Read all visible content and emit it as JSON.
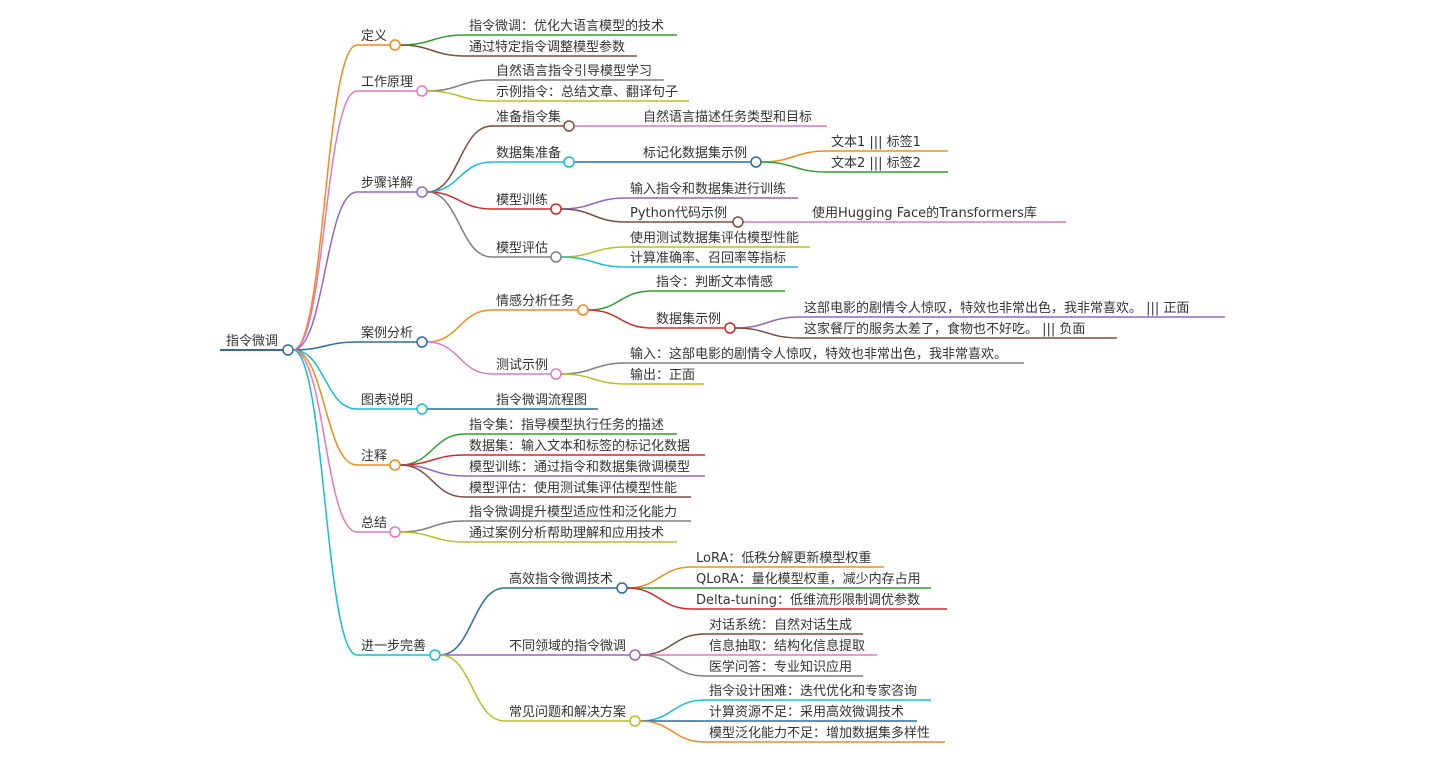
{
  "root": {
    "label": "指令微调",
    "color": "#2c6da3"
  },
  "branches": [
    {
      "id": "def",
      "label": "定义",
      "color": "#f28a1c",
      "children": [
        {
          "label": "指令微调：优化大语言模型的技术",
          "color": "#2ca02c"
        },
        {
          "label": "通过特定指令调整模型参数",
          "color": "#7d4e3a"
        }
      ]
    },
    {
      "id": "principle",
      "label": "工作原理",
      "color": "#e377c2",
      "children": [
        {
          "label": "自然语言指令引导模型学习",
          "color": "#7f7f7f"
        },
        {
          "label": "示例指令：总结文章、翻译句子",
          "color": "#bcbd22"
        }
      ]
    },
    {
      "id": "steps",
      "label": "步骤详解",
      "color": "#9467bd",
      "children": [
        {
          "label": "准备指令集",
          "color": "#7d4e3a",
          "children": [
            {
              "label": "自然语言描述任务类型和目标",
              "color": "#e377c2"
            }
          ]
        },
        {
          "label": "数据集准备",
          "color": "#17becf",
          "children": [
            {
              "label": "标记化数据集示例",
              "color": "#2c6da3",
              "children": [
                {
                  "label": "文本1 ||| 标签1",
                  "color": "#f28a1c"
                },
                {
                  "label": "文本2 ||| 标签2",
                  "color": "#2ca02c"
                }
              ]
            }
          ]
        },
        {
          "label": "模型训练",
          "color": "#d62728",
          "children": [
            {
              "label": "输入指令和数据集进行训练",
              "color": "#9467bd"
            },
            {
              "label": "Python代码示例",
              "color": "#7d4e3a",
              "children": [
                {
                  "label": "使用Hugging Face的Transformers库",
                  "color": "#e377c2"
                }
              ]
            }
          ]
        },
        {
          "label": "模型评估",
          "color": "#7f7f7f",
          "children": [
            {
              "label": "使用测试数据集评估模型性能",
              "color": "#bcbd22"
            },
            {
              "label": "计算准确率、召回率等指标",
              "color": "#17becf"
            }
          ]
        }
      ]
    },
    {
      "id": "cases",
      "label": "案例分析",
      "color": "#2c6da3",
      "children": [
        {
          "label": "情感分析任务",
          "color": "#f28a1c",
          "children": [
            {
              "label": "指令：判断文本情感",
              "color": "#2ca02c"
            },
            {
              "label": "数据集示例",
              "color": "#d62728",
              "children": [
                {
                  "label": "这部电影的剧情令人惊叹，特效也非常出色，我非常喜欢。 ||| 正面",
                  "color": "#9467bd"
                },
                {
                  "label": "这家餐厅的服务太差了，食物也不好吃。 ||| 负面",
                  "color": "#7d4e3a"
                }
              ]
            }
          ]
        },
        {
          "label": "测试示例",
          "color": "#e377c2",
          "children": [
            {
              "label": "输入：这部电影的剧情令人惊叹，特效也非常出色，我非常喜欢。",
              "color": "#7f7f7f"
            },
            {
              "label": "输出：正面",
              "color": "#bcbd22"
            }
          ]
        }
      ]
    },
    {
      "id": "figure",
      "label": "图表说明",
      "color": "#17becf",
      "children": [
        {
          "label": "指令微调流程图",
          "color": "#2c6da3"
        }
      ]
    },
    {
      "id": "notes",
      "label": "注释",
      "color": "#f28a1c",
      "children": [
        {
          "label": "指令集：指导模型执行任务的描述",
          "color": "#2ca02c"
        },
        {
          "label": "数据集：输入文本和标签的标记化数据",
          "color": "#d62728"
        },
        {
          "label": "模型训练：通过指令和数据集微调模型",
          "color": "#9467bd"
        },
        {
          "label": "模型评估：使用测试集评估模型性能",
          "color": "#7d4e3a"
        }
      ]
    },
    {
      "id": "summary",
      "label": "总结",
      "color": "#e377c2",
      "children": [
        {
          "label": "指令微调提升模型适应性和泛化能力",
          "color": "#7f7f7f"
        },
        {
          "label": "通过案例分析帮助理解和应用技术",
          "color": "#bcbd22"
        }
      ]
    },
    {
      "id": "further",
      "label": "进一步完善",
      "color": "#17becf",
      "children": [
        {
          "label": "高效指令微调技术",
          "color": "#2c6da3",
          "children": [
            {
              "label": "LoRA：低秩分解更新模型权重",
              "color": "#f28a1c"
            },
            {
              "label": "QLoRA：量化模型权重，减少内存占用",
              "color": "#2ca02c"
            },
            {
              "label": "Delta-tuning：低维流形限制调优参数",
              "color": "#d62728"
            }
          ]
        },
        {
          "label": "不同领域的指令微调",
          "color": "#9467bd",
          "children": [
            {
              "label": "对话系统：自然对话生成",
              "color": "#7d4e3a"
            },
            {
              "label": "信息抽取：结构化信息提取",
              "color": "#e377c2"
            },
            {
              "label": "医学问答：专业知识应用",
              "color": "#7f7f7f"
            }
          ]
        },
        {
          "label": "常见问题和解决方案",
          "color": "#bcbd22",
          "children": [
            {
              "label": "指令设计困难：迭代优化和专家咨询",
              "color": "#17becf"
            },
            {
              "label": "计算资源不足：采用高效微调技术",
              "color": "#2c6da3"
            },
            {
              "label": "模型泛化能力不足：增加数据集多样性",
              "color": "#f28a1c"
            }
          ]
        }
      ]
    }
  ]
}
